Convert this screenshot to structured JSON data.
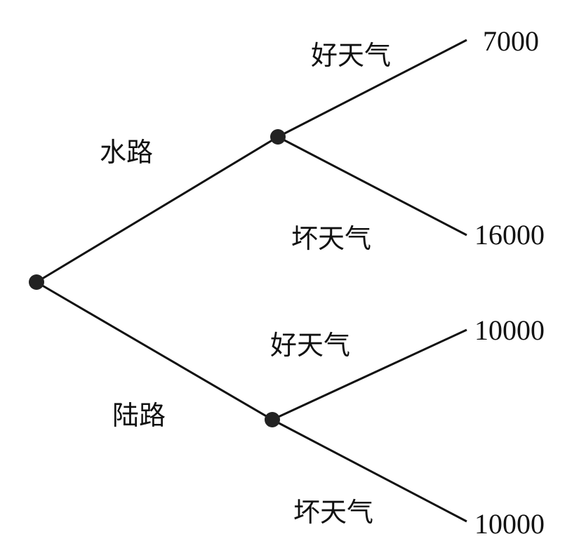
{
  "branches": {
    "water": "水路",
    "land": "陆路",
    "water_good": "好天气",
    "water_bad": "坏天气",
    "land_good": "好天气",
    "land_bad": "坏天气"
  },
  "payoffs": {
    "water_good": "7000",
    "water_bad": "16000",
    "land_good": "10000",
    "land_bad": "10000"
  }
}
